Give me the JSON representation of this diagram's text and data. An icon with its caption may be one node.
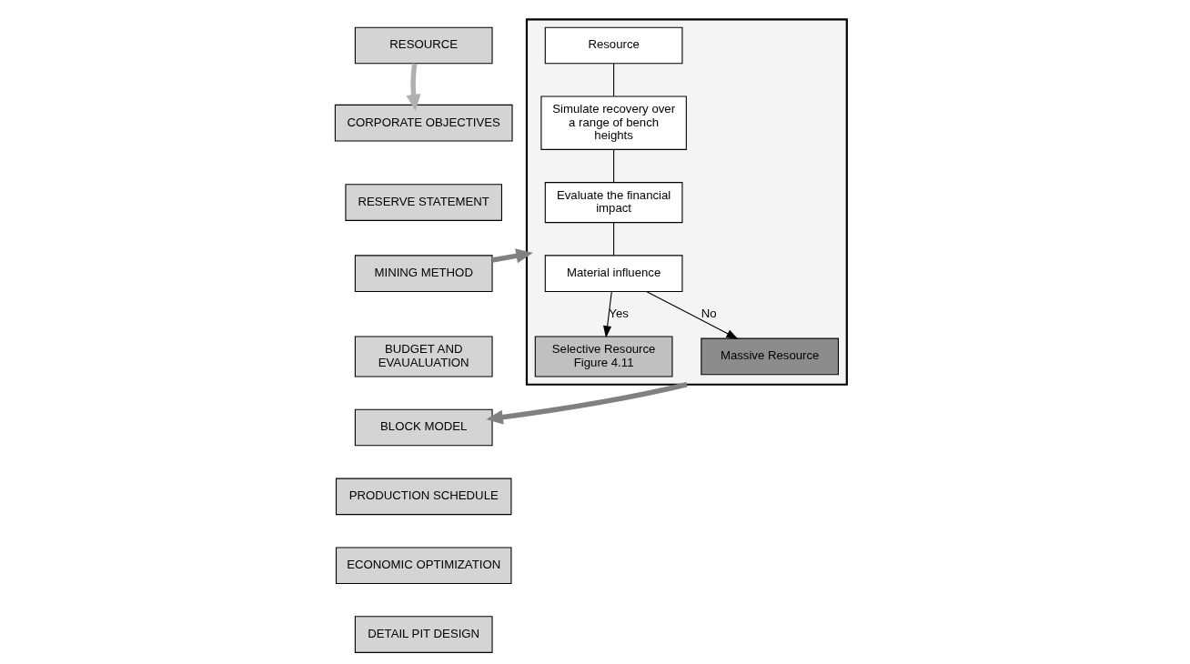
{
  "diagram": {
    "nodes": [
      {
        "text": [
          "RESOURCE"
        ]
      },
      {
        "text": [
          "CORPORATE OBJECTIVES"
        ]
      },
      {
        "text": [
          "RESERVE STATEMENT"
        ]
      },
      {
        "text": [
          "MINING METHOD"
        ]
      },
      {
        "text": [
          "BUDGET AND EVAUALUATION"
        ]
      },
      {
        "text": [
          "BLOCK MODEL"
        ]
      },
      {
        "text": [
          "PRODUCTION SCHEDULE"
        ]
      },
      {
        "text": [
          "ECONOMIC OPTIMIZATION"
        ]
      },
      {
        "text": [
          "DETAIL PIT DESIGN"
        ]
      },
      {
        "text": [],
        "shape": "box"
      },
      {
        "text": [
          "Resource"
        ],
        "in": 9
      },
      {
        "text": [
          "Simulate recovery over a range of bench heights"
        ],
        "in": 9
      },
      {
        "text": [
          "Evaluate the financial impact"
        ],
        "in": 9
      },
      {
        "text": [
          "Material influence"
        ],
        "in": 9
      },
      {
        "text": [
          "Selective Resource Figure 4.11"
        ],
        "in": 9
      },
      {
        "text": [
          "Massive Resource"
        ],
        "in": 9
      }
    ],
    "edges": [
      {
        "from": 0,
        "to": 1,
        "arrow": "to",
        "style": "thick",
        "color": "#b0b0b0"
      },
      {
        "from": 3,
        "to": 9,
        "arrow": "to",
        "style": "thick",
        "color": "#808080"
      },
      {
        "from": 9,
        "to": 5,
        "arrow": "to",
        "style": "thick",
        "color": "#808080"
      },
      {
        "from": 10,
        "to": 11,
        "arrow": "none"
      },
      {
        "from": 11,
        "to": 12,
        "arrow": "none"
      },
      {
        "from": 12,
        "to": 13,
        "arrow": "none"
      },
      {
        "from": 13,
        "to": 14,
        "arrow": "to",
        "label": "Yes"
      },
      {
        "from": 13,
        "to": 15,
        "arrow": "to",
        "label": "No"
      }
    ]
  }
}
